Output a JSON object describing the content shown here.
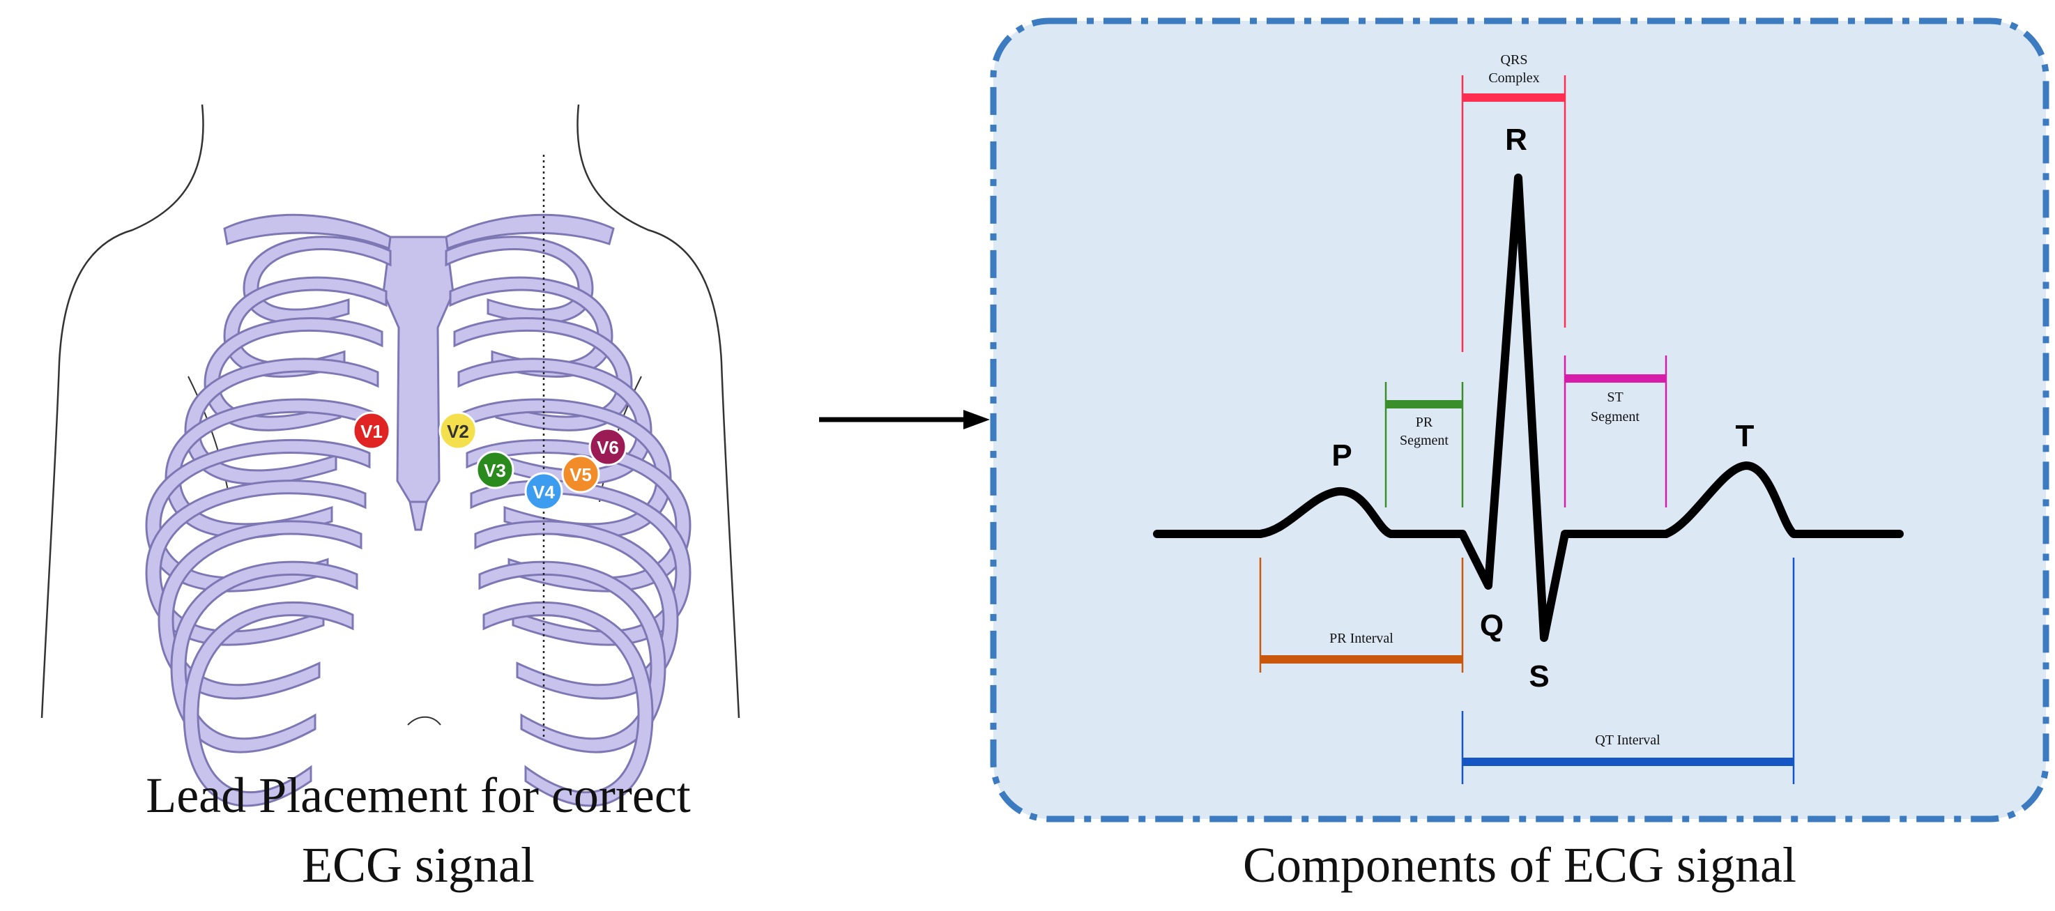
{
  "captions": {
    "left_line1": "Lead Placement for correct",
    "left_line2": "ECG signal",
    "right": "Components of ECG signal"
  },
  "leads": [
    {
      "label": "V1",
      "color": "#e02424"
    },
    {
      "label": "V2",
      "color": "#f4e04d"
    },
    {
      "label": "V3",
      "color": "#2b8a1e"
    },
    {
      "label": "V4",
      "color": "#3b9cf0"
    },
    {
      "label": "V5",
      "color": "#f28c28"
    },
    {
      "label": "V6",
      "color": "#9b1b55"
    }
  ],
  "waves": {
    "p": "P",
    "q": "Q",
    "r": "R",
    "s": "S",
    "t": "T"
  },
  "segments": {
    "qrs_line1": "QRS",
    "qrs_line2": "Complex",
    "pr_seg_line1": "PR",
    "pr_seg_line2": "Segment",
    "st_seg_line1": "ST",
    "st_seg_line2": "Segment",
    "pr_interval": "PR Interval",
    "qt_interval": "QT Interval"
  },
  "colors": {
    "rib_fill": "#c8c3ec",
    "rib_stroke": "#7d78b4",
    "panel_fill": "#dde8f5",
    "panel_border": "#3c7bbf",
    "qrs": "#ff2d4f",
    "pr_segment": "#3a8f2a",
    "st_segment": "#d61ca8",
    "pr_interval": "#c9580c",
    "qt_interval": "#1556c4"
  }
}
